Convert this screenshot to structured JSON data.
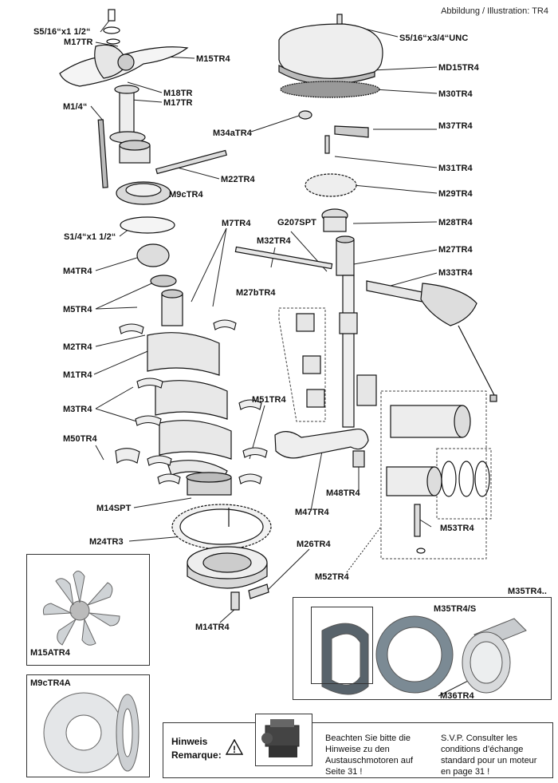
{
  "header": {
    "caption": "Abbildung / Illustration: TR4"
  },
  "labels": {
    "s5_16_x1_12": "S5/16“x1 1/2“",
    "m17tr_a": "M17TR",
    "m15tr4": "M15TR4",
    "m18tr": "M18TR",
    "m17tr_b": "M17TR",
    "m1_4": "M1/4“",
    "m22tr4": "M22TR4",
    "m9ctr4": "M9cTR4",
    "s1_4_x1_12": "S1/4“x1 1/2“",
    "m4tr4": "M4TR4",
    "m5tr4": "M5TR4",
    "m2tr4": "M2TR4",
    "m1tr4": "M1TR4",
    "m3tr4": "M3TR4",
    "m50tr4": "M50TR4",
    "m14spt": "M14SPT",
    "m24tr3": "M24TR3",
    "m14tr4": "M14TR4",
    "m26tr4": "M26TR4",
    "m7tr4": "M7TR4",
    "m32tr4": "M32TR4",
    "g207spt": "G207SPT",
    "m27btr4": "M27bTR4",
    "m51tr4": "M51TR4",
    "m47tr4": "M47TR4",
    "m48tr4": "M48TR4",
    "m52tr4": "M52TR4",
    "m53tr4": "M53TR4",
    "s5_16_x3_4_unc": "S5/16“x3/4“UNC",
    "md15tr4": "MD15TR4",
    "m30tr4": "M30TR4",
    "m34atr4": "M34aTR4",
    "m37tr4": "M37TR4",
    "m31tr4": "M31TR4",
    "m29tr4": "M29TR4",
    "m28tr4": "M28TR4",
    "m27tr4": "M27TR4",
    "m33tr4": "M33TR4",
    "m35tr4_top": "M35TR4..",
    "m35tr4_s": "M35TR4/S",
    "m36tr4": "M36TR4",
    "m15atr4": "M15ATR4",
    "m9ctr4a": "M9cTR4A"
  },
  "notice": {
    "title_de": "Hinweis",
    "title_fr": "Remarque:",
    "text_de": "Beachten Sie bitte die Hinweise zu den Austauschmotoren auf Seite 31 !",
    "text_fr": "S.V.P. Consulter les conditions d’échange standard pour un moteur en page 31 !"
  }
}
